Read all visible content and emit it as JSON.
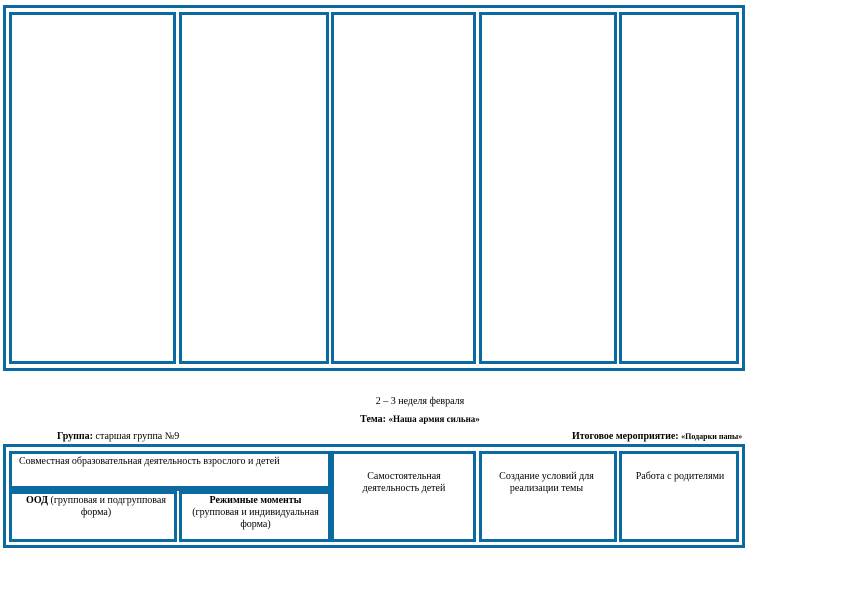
{
  "header": {
    "weeks": "2 – 3  неделя февраля",
    "theme_label": "Тема: ",
    "theme_value": "«Наша армия сильна»",
    "group_label": "Группа: ",
    "group_value": "старшая группа №9",
    "event_label": "Итоговое мероприятие: ",
    "event_value": "«Подарки папы»"
  },
  "table": {
    "joint_activity": "Совместная образовательная деятельность взрослого и детей",
    "ood_bold": "ООД",
    "ood_rest": " (групповая и подгрупповая форма)",
    "regime_bold": "Режимные моменты",
    "regime_rest": " (групповая и индивидуальная форма)",
    "independent": "Самостоятельная деятельность детей",
    "conditions": "Создание условий для реализации темы",
    "parents": "Работа с родителями"
  },
  "colors": {
    "border": "#0b6aa2"
  }
}
